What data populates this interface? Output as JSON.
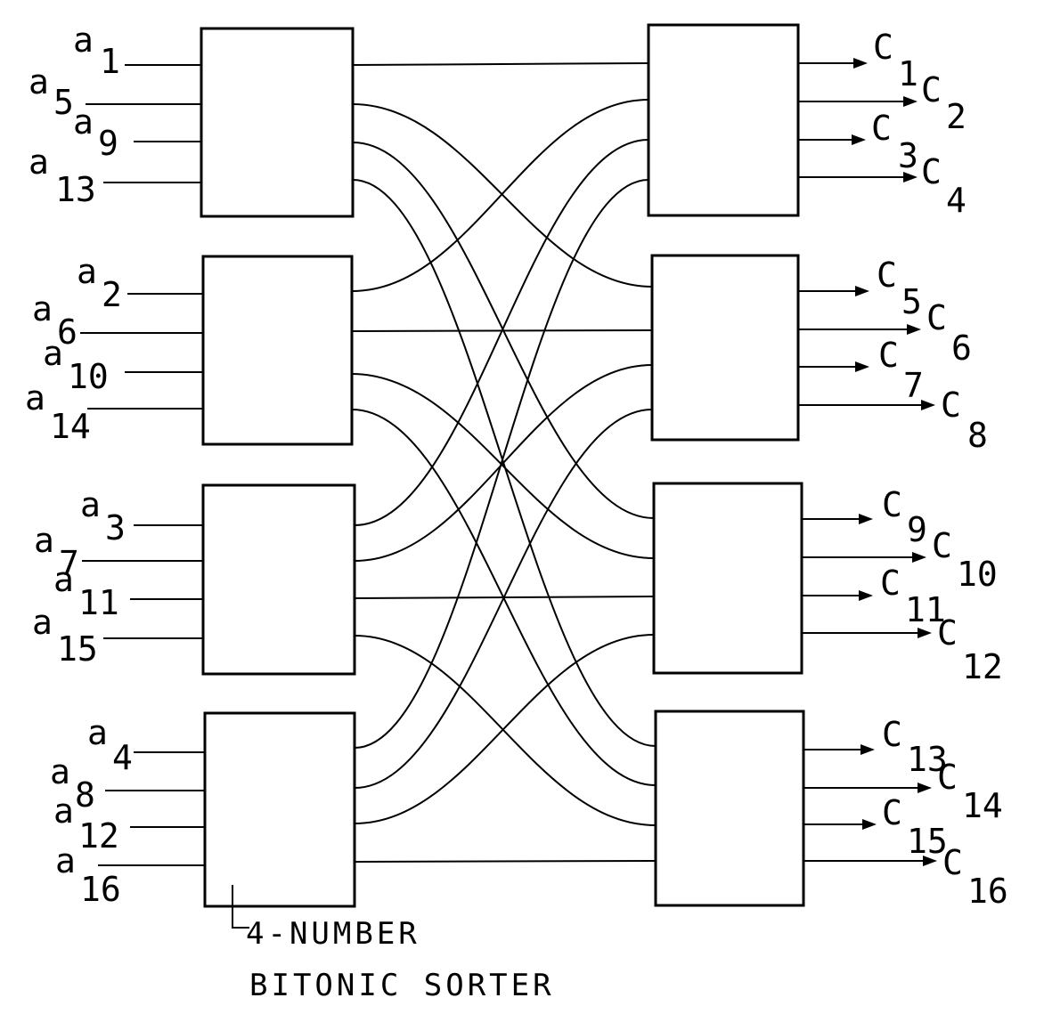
{
  "inputs": [
    {
      "base": "a",
      "sub": "1"
    },
    {
      "base": "a",
      "sub": "5"
    },
    {
      "base": "a",
      "sub": "9"
    },
    {
      "base": "a",
      "sub": "13"
    },
    {
      "base": "a",
      "sub": "2"
    },
    {
      "base": "a",
      "sub": "6"
    },
    {
      "base": "a",
      "sub": "10"
    },
    {
      "base": "a",
      "sub": "14"
    },
    {
      "base": "a",
      "sub": "3"
    },
    {
      "base": "a",
      "sub": "7"
    },
    {
      "base": "a",
      "sub": "11"
    },
    {
      "base": "a",
      "sub": "15"
    },
    {
      "base": "a",
      "sub": "4"
    },
    {
      "base": "a",
      "sub": "8"
    },
    {
      "base": "a",
      "sub": "12"
    },
    {
      "base": "a",
      "sub": "16"
    }
  ],
  "outputs": [
    {
      "base": "C",
      "sub": "1"
    },
    {
      "base": "C",
      "sub": "2"
    },
    {
      "base": "C",
      "sub": "3"
    },
    {
      "base": "C",
      "sub": "4"
    },
    {
      "base": "C",
      "sub": "5"
    },
    {
      "base": "C",
      "sub": "6"
    },
    {
      "base": "C",
      "sub": "7"
    },
    {
      "base": "C",
      "sub": "8"
    },
    {
      "base": "C",
      "sub": "9"
    },
    {
      "base": "C",
      "sub": "10"
    },
    {
      "base": "C",
      "sub": "11"
    },
    {
      "base": "C",
      "sub": "12"
    },
    {
      "base": "C",
      "sub": "13"
    },
    {
      "base": "C",
      "sub": "14"
    },
    {
      "base": "C",
      "sub": "15"
    },
    {
      "base": "C",
      "sub": "16"
    }
  ],
  "caption": {
    "line1": "4-NUMBER",
    "line2": "BITONIC SORTER"
  }
}
